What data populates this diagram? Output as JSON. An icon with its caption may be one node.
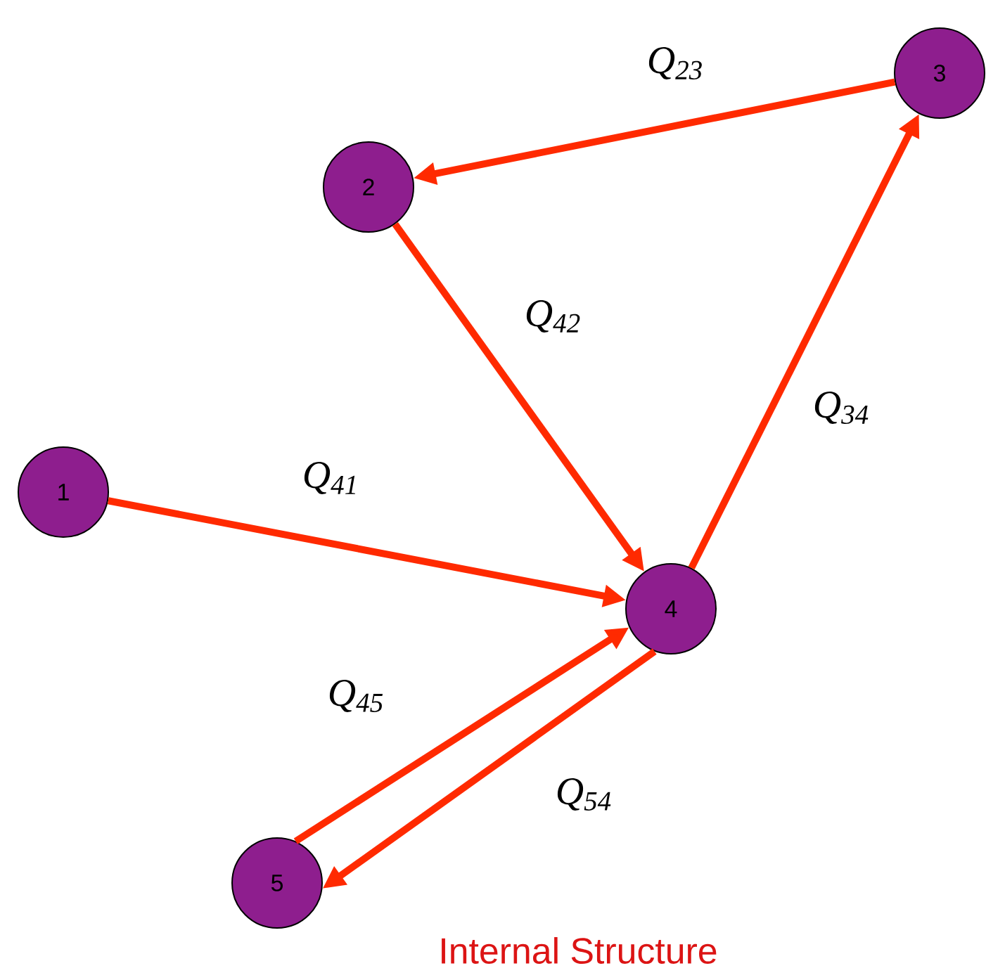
{
  "diagram": {
    "caption": "Internal Structure",
    "nodes": [
      {
        "text": [
          "1"
        ]
      },
      {
        "text": [
          "2"
        ]
      },
      {
        "text": [
          "3"
        ]
      },
      {
        "text": [
          "4"
        ]
      },
      {
        "text": [
          "5"
        ]
      }
    ],
    "edges": [
      {
        "from": 2,
        "to": 1,
        "arrow": "to",
        "label": "Q$_{23}$"
      },
      {
        "from": 1,
        "to": 3,
        "arrow": "to",
        "label": "Q$_{42}$"
      },
      {
        "from": 0,
        "to": 3,
        "arrow": "to",
        "label": "Q$_{41}$"
      },
      {
        "from": 3,
        "to": 2,
        "arrow": "to",
        "label": "Q$_{34}$"
      },
      {
        "from": 4,
        "to": 3,
        "arrow": "to",
        "label": "Q$_{45}$"
      },
      {
        "from": 3,
        "to": 4,
        "arrow": "to",
        "label": "Q$_{54}$"
      }
    ]
  }
}
